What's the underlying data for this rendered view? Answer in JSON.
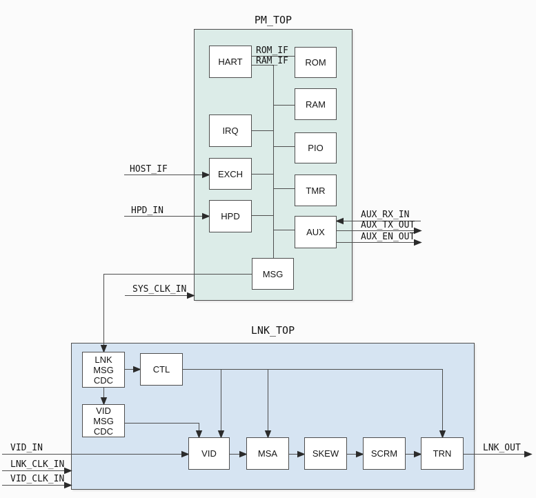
{
  "colors": {
    "background": "#fbfbfb",
    "pm_top_fill": "#dcece8",
    "lnk_top_fill": "#d6e4f2",
    "block_fill": "#ffffff",
    "line": "#4d4d4d",
    "text": "#141414"
  },
  "pm_top": {
    "title": "PM_TOP",
    "blocks": {
      "hart": "HART",
      "rom": "ROM",
      "ram": "RAM",
      "irq": "IRQ",
      "pio": "PIO",
      "exch": "EXCH",
      "tmr": "TMR",
      "hpd": "HPD",
      "aux": "AUX",
      "msg": "MSG"
    }
  },
  "lnk_top": {
    "title": "LNK_TOP",
    "blocks": {
      "lnk_msg_cdc": [
        "LNK",
        "MSG",
        "CDC"
      ],
      "ctl": "CTL",
      "vid_msg_cdc": [
        "VID",
        "MSG",
        "CDC"
      ],
      "vid": "VID",
      "msa": "MSA",
      "skew": "SKEW",
      "scrm": "SCRM",
      "trn": "TRN"
    }
  },
  "signals": {
    "rom_if": "ROM_IF",
    "ram_if": "RAM_IF",
    "host_if": "HOST_IF",
    "hpd_in": "HPD_IN",
    "aux_rx_in": "AUX_RX_IN",
    "aux_tx_out": "AUX_TX_OUT",
    "aux_en_out": "AUX_EN_OUT",
    "sys_clk_in": "SYS_CLK_IN",
    "vid_in": "VID_IN",
    "lnk_clk_in": "LNK_CLK_IN",
    "vid_clk_in": "VID_CLK_IN",
    "lnk_out": "LNK_OUT"
  }
}
